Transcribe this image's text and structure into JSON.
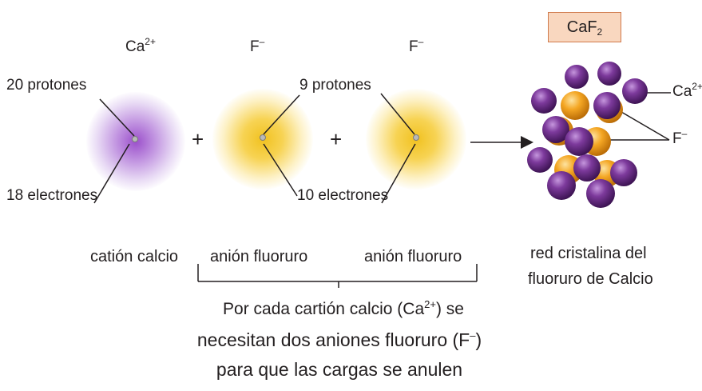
{
  "ions": {
    "ca": {
      "symbol": "Ca",
      "charge": "2+"
    },
    "f1": {
      "symbol": "F",
      "charge": "–"
    },
    "f2": {
      "symbol": "F",
      "charge": "–"
    }
  },
  "labels": {
    "ca_protons": "20 protones",
    "ca_electrons": "18 electrones",
    "f_protons": "9 protones",
    "f_electrons": "10 electrones"
  },
  "operators": {
    "plus1": "+",
    "plus2": "+"
  },
  "names": {
    "cation": "catión calcio",
    "anion1": "anión fluoruro",
    "anion2": "anión fluoruro",
    "crystal_line1": "red cristalina del",
    "crystal_line2": "fluoruro de Calcio"
  },
  "formula": {
    "main": "CaF",
    "sub": "2"
  },
  "crystal_labels": {
    "ca": {
      "symbol": "Ca",
      "charge": "2+"
    },
    "f": {
      "symbol": "F",
      "charge": "–"
    }
  },
  "caption": {
    "line1_before": "Por cada cartión calcio (Ca",
    "line1_charge": "2+",
    "line1_after": ") se",
    "line2_before": "necesitan dos aniones fluoruro (F",
    "line2_charge": "–",
    "line2_after": ")",
    "line3": "para que las cargas se anulen"
  },
  "colors": {
    "calcium": "#7a2f9a",
    "fluoride": "#f2a21c",
    "formula_box": "#f9d7bf"
  }
}
